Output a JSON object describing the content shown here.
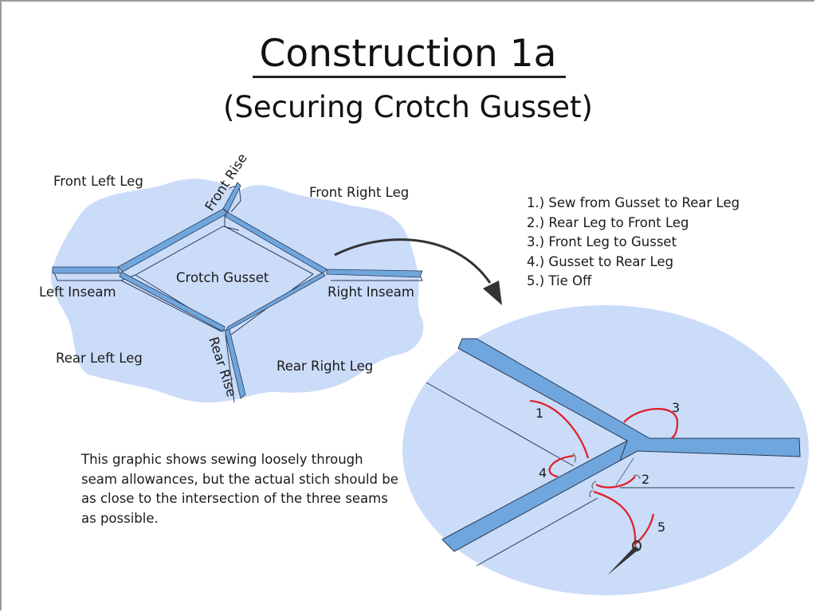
{
  "title": "Construction 1a",
  "subtitle": "(Securing Crotch Gusset)",
  "diagram_labels": {
    "front_left_leg": "Front Left Leg",
    "front_rise": "Front Rise",
    "front_right_leg": "Front Right Leg",
    "crotch_gusset": "Crotch Gusset",
    "left_inseam": "Left Inseam",
    "right_inseam": "Right Inseam",
    "rear_left_leg": "Rear Left Leg",
    "rear_rise": "Rear Rise",
    "rear_right_leg": "Rear Right Leg"
  },
  "steps": [
    "1.) Sew from Gusset to Rear Leg",
    "2.) Rear Leg to Front Leg",
    "3.) Front Leg to Gusset",
    "4.) Gusset to Rear Leg",
    "5.) Tie Off"
  ],
  "stitch_numbers": [
    "1",
    "2",
    "3",
    "4",
    "5"
  ],
  "note": "This graphic shows sewing loosely through seam allowances, but the actual stich should be as close to the intersection of the three seams as possible.",
  "colors": {
    "fabric": "#cbdcf9",
    "seam": "#6fa6dd",
    "seam_outline": "#2a3a55",
    "thread": "#e0202a",
    "arrow": "#333333",
    "needle": "#333333"
  },
  "icons": {
    "arrow": "curved-arrow-icon",
    "needle": "needle-icon"
  }
}
